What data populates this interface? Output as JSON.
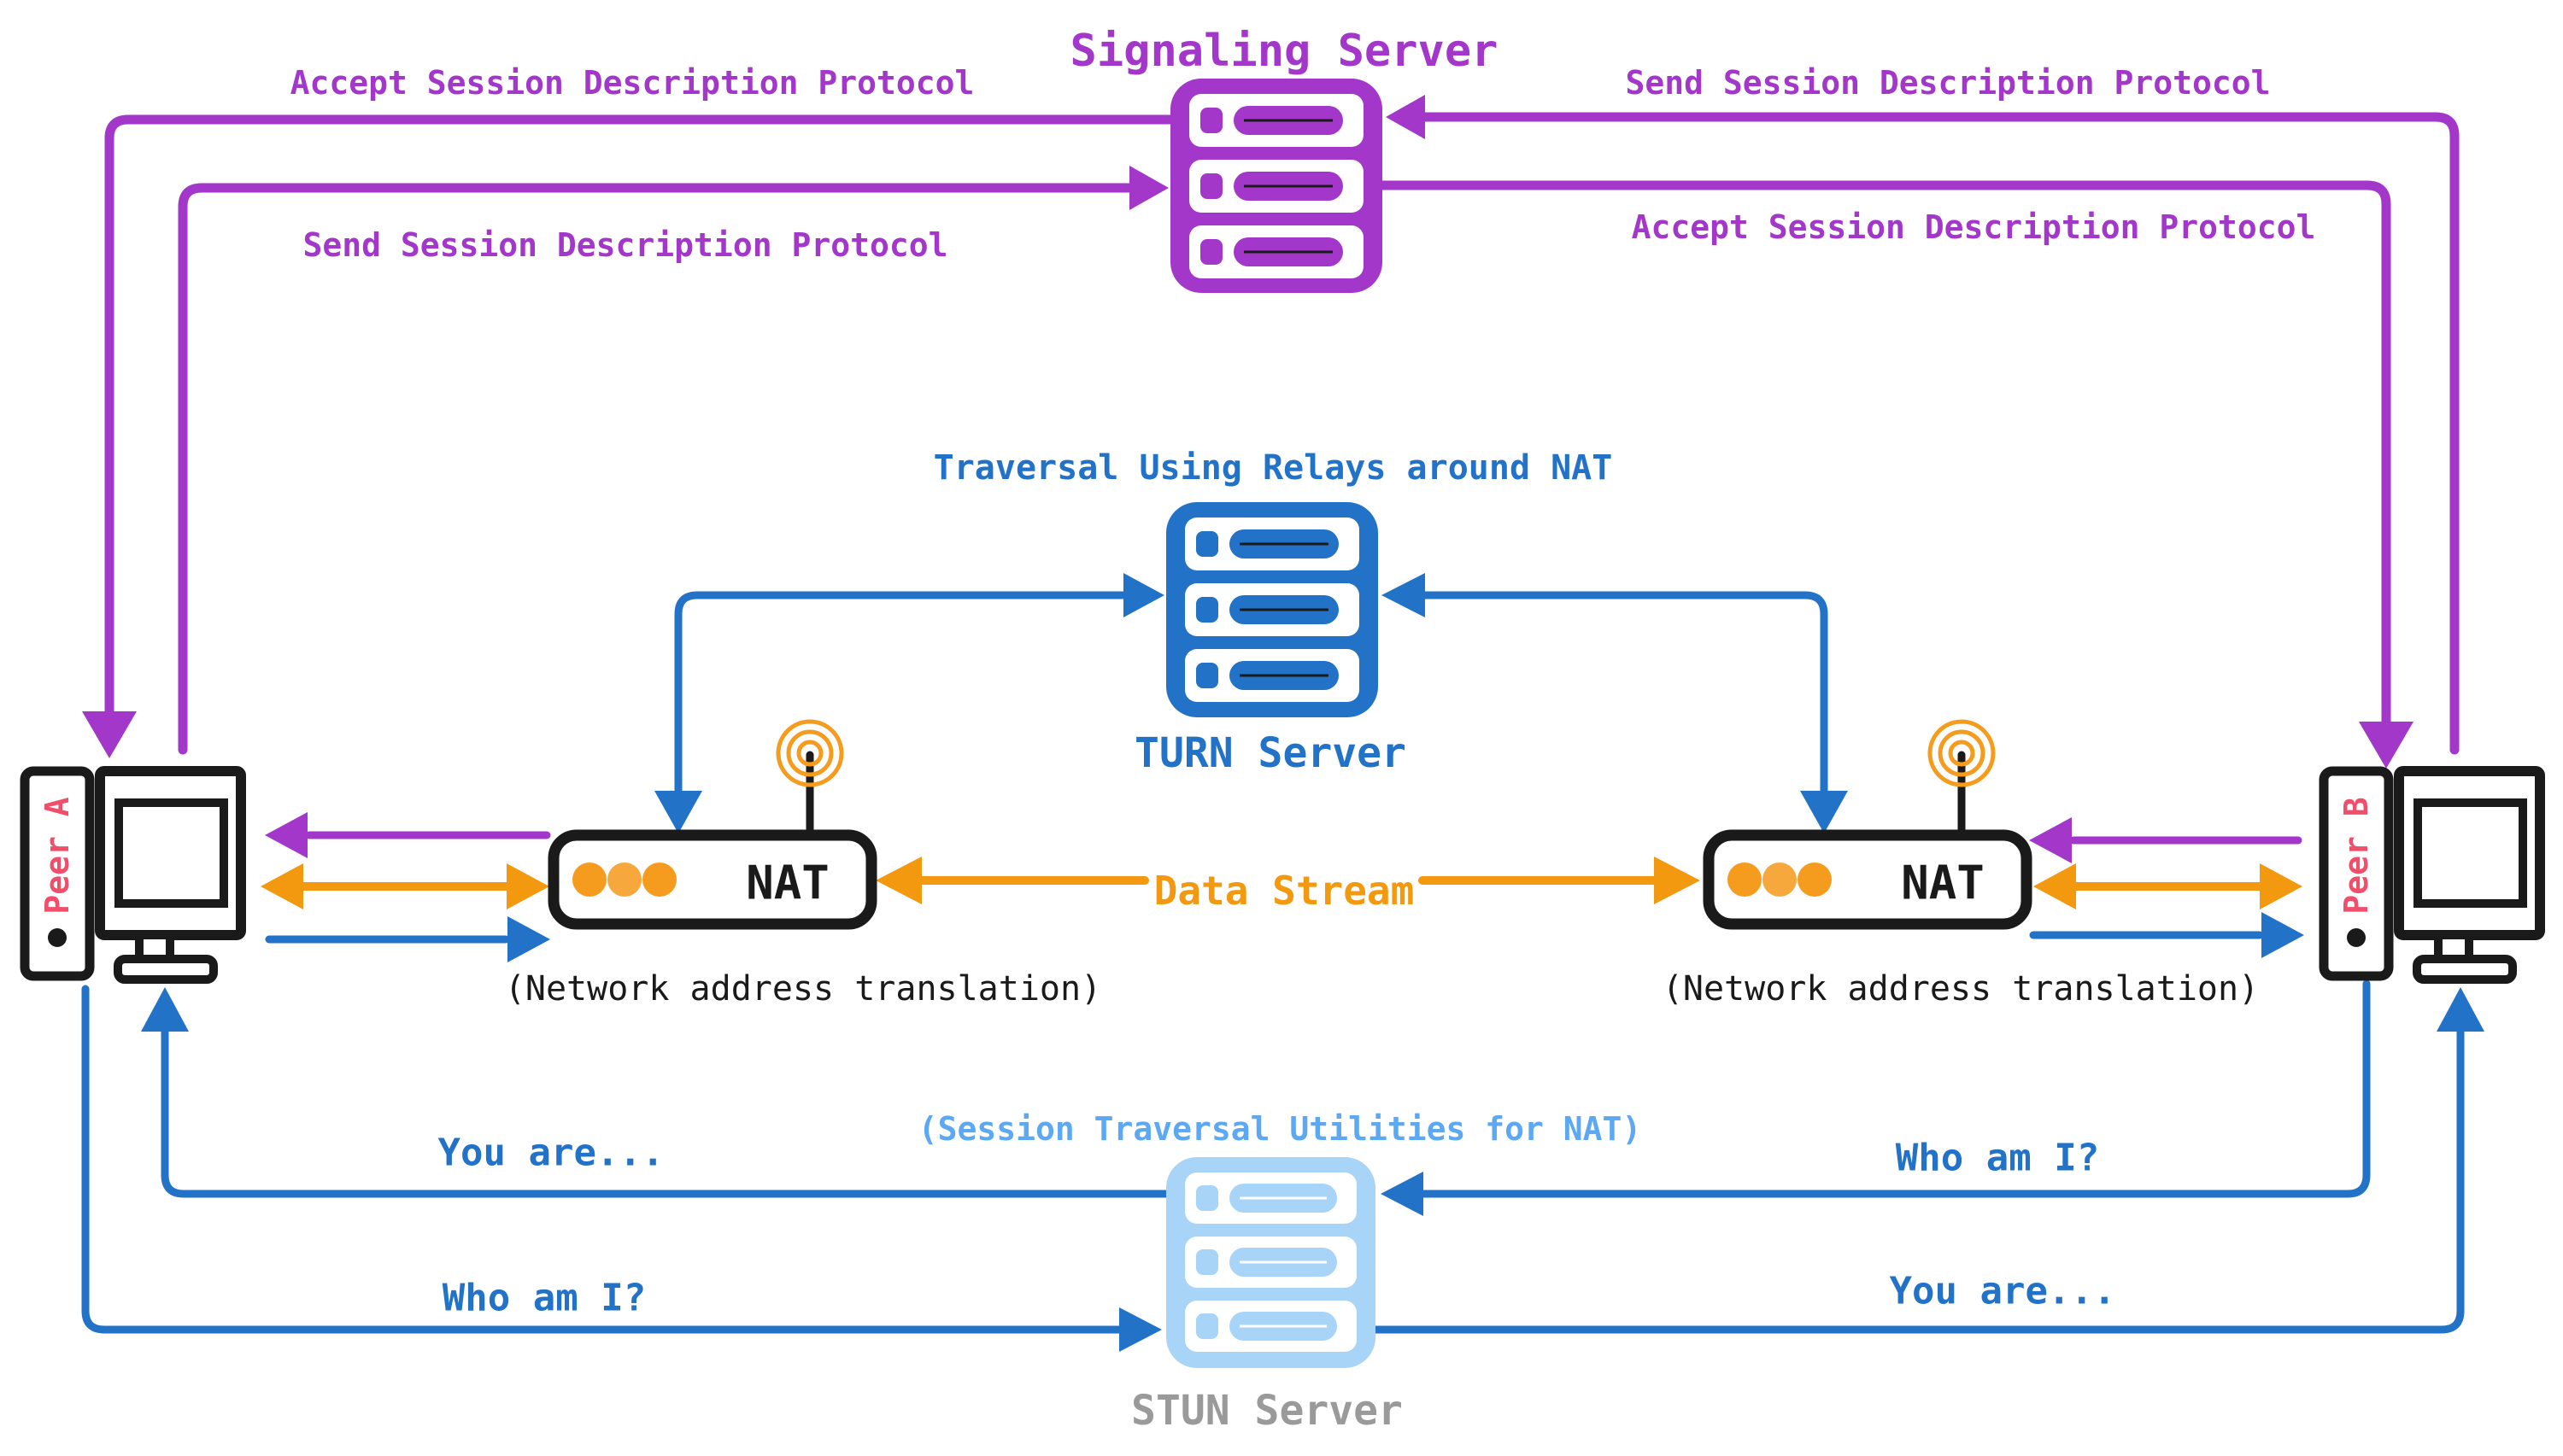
{
  "diagram": {
    "signaling": {
      "title": "Signaling Server",
      "accept_left": "Accept Session Description Protocol",
      "send_left": "Send Session Description Protocol",
      "send_right": "Send Session Description Protocol",
      "accept_right": "Accept Session Description Protocol"
    },
    "turn": {
      "subtitle": "Traversal Using Relays around NAT",
      "label": "TURN Server"
    },
    "stun": {
      "subtitle": "(Session Traversal Utilities for NAT)",
      "label": "STUN Server",
      "you_are_left": "You are...",
      "who_am_i_left": "Who am I?",
      "who_am_i_right": "Who am I?",
      "you_are_right": "You are..."
    },
    "nat": {
      "label_left": "NAT",
      "label_right": "NAT",
      "sublabel_left": "(Network address translation)",
      "sublabel_right": "(Network address translation)"
    },
    "data_stream": "Data Stream",
    "peer_a": "Peer A",
    "peer_b": "Peer B",
    "colors": {
      "purple": "#A237C9",
      "blue": "#2272C8",
      "light_blue": "#A8D4F8",
      "stun_subtitle_blue": "#5CA8F2",
      "orange": "#F2990F",
      "dot_orange": "#F59C1F",
      "peer_label_pink": "#F04F6B",
      "stun_label_gray": "#9A9A9A",
      "icon_black": "#1A1A1A"
    }
  }
}
